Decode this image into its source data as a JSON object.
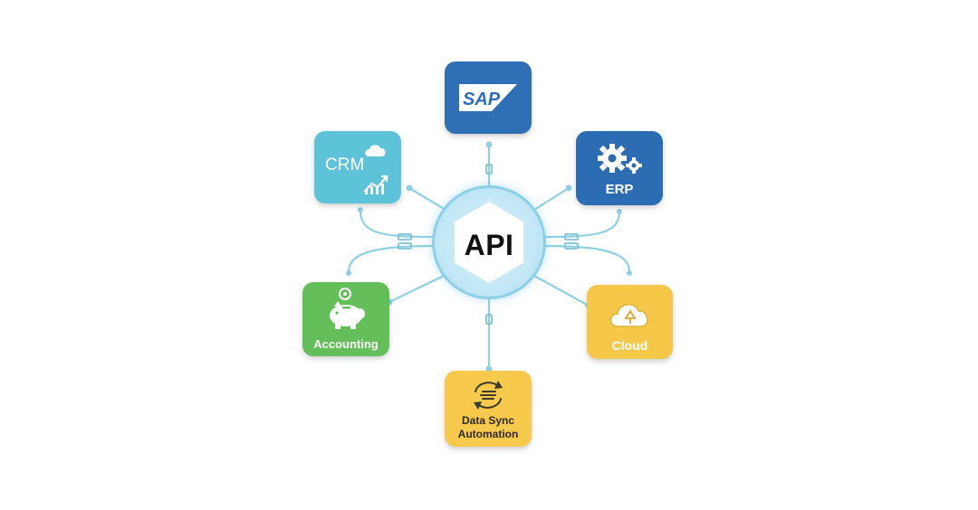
{
  "hub": {
    "label": "API"
  },
  "nodes": {
    "sap": {
      "logo_text": "SAP",
      "color": "#2f6fb6"
    },
    "erp": {
      "label": "ERP",
      "color": "#2c6cb3"
    },
    "crm": {
      "label": "CRM",
      "color": "#5cc3d8"
    },
    "accounting": {
      "label": "Accounting",
      "color": "#64bf5a"
    },
    "cloud": {
      "label": "Cloud",
      "color": "#f5c84a"
    },
    "data_sync": {
      "label_line1": "Data Sync",
      "label_line2": "Automation",
      "color": "#f7c94c"
    }
  },
  "icons": {
    "sap": "sap-logo",
    "erp": "gears-icon",
    "crm": "cloud-chart-icon",
    "accounting": "piggy-bank-icon",
    "cloud": "cloud-upload-icon",
    "data_sync": "sync-document-icon"
  },
  "connector_color": "#8fd0e3"
}
